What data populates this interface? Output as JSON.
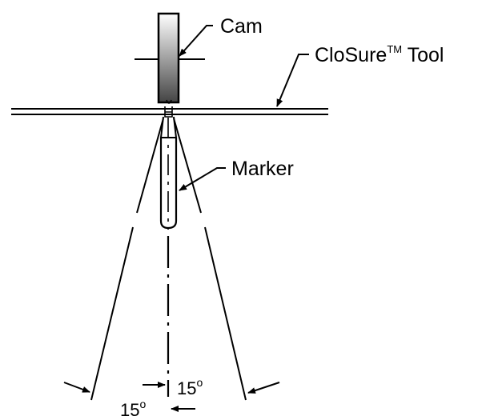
{
  "labels": {
    "cam": "Cam",
    "closure_tool": {
      "main": "CloSure",
      "trademark": "TM",
      "suffix": " Tool"
    },
    "marker": "Marker"
  },
  "angles": {
    "right": {
      "value": "15",
      "unit": "o"
    },
    "left": {
      "value": "15",
      "unit": "o"
    }
  },
  "colors": {
    "line": "#000000",
    "cam_gradient_top": "#ffffff",
    "cam_gradient_bottom": "#444444",
    "background": "#ffffff"
  }
}
